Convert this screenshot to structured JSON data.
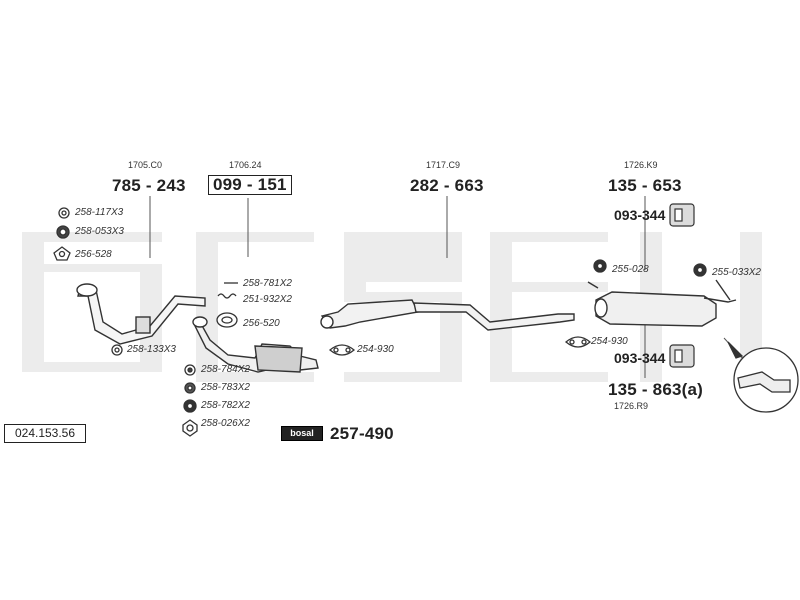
{
  "diagram": {
    "reference_number": "024.153.56",
    "brand_badge": "bosal",
    "brand_part": "257-490",
    "sections": [
      {
        "ref": "1705.C0",
        "part": "785 - 243"
      },
      {
        "ref": "1706.24",
        "part": "099 - 151"
      },
      {
        "ref": "1717.C9",
        "part": "282 - 663"
      },
      {
        "ref": "1726.K9",
        "part": "135 - 653"
      },
      {
        "ref": "1726.R9",
        "part": "135 - 863(a)"
      }
    ],
    "hangers": [
      "093-344",
      "093-344"
    ],
    "small_parts": {
      "p1": "258-117X3",
      "p2": "258-053X3",
      "p3": "256-528",
      "p4": "258-133X3",
      "p5": "258-781X2",
      "p6": "251-932X2",
      "p7": "256-520",
      "p8": "258-784X2",
      "p9": "258-783X2",
      "p10": "258-782X2",
      "p11": "258-026X2",
      "p12": "254-930",
      "p13": "255-028",
      "p14": "255-033X2",
      "p15": "254-930"
    }
  }
}
